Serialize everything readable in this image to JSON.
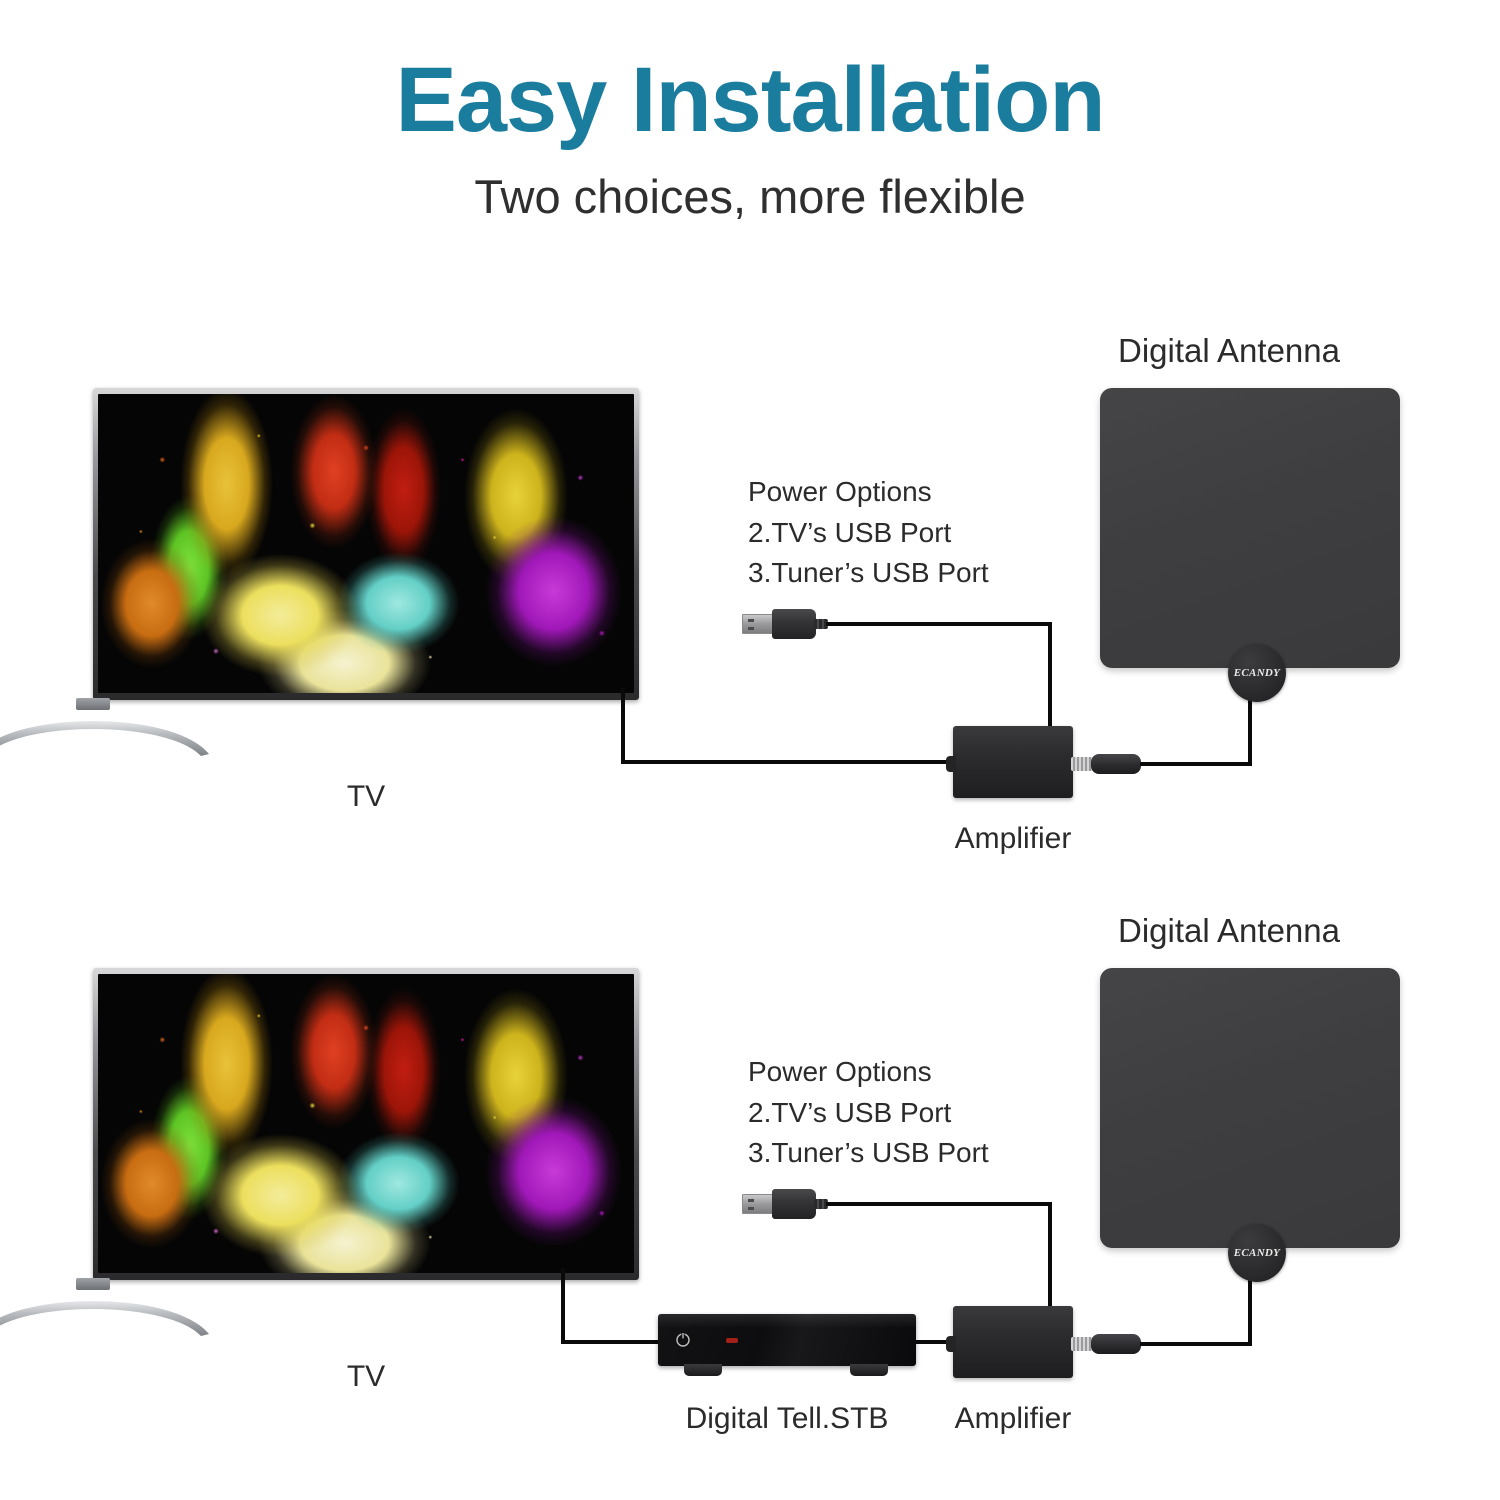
{
  "header": {
    "title": "Easy Installation",
    "subtitle": "Two choices, more flexible",
    "title_color": "#1b7d9e",
    "subtitle_color": "#2f2f2f"
  },
  "colors": {
    "accent_teal": "#1b7d9e",
    "antenna_gray": "#3e3e40",
    "amplifier_black": "#2c2c2e",
    "stb_black": "#0d0d0f",
    "wire_black": "#0a0a0a",
    "text_dark": "#2b2b2b",
    "stand_silver": "#b9bcc0",
    "led_red": "#b4241c"
  },
  "panels": [
    {
      "id": "option-1",
      "tv_label": "TV",
      "antenna_label": "Digital Antenna",
      "antenna_logo": "ECANDY",
      "amplifier_label": "Amplifier",
      "power_options": {
        "heading": "Power Options",
        "items": [
          "2.TV’s USB Port",
          "3.Tuner’s USB Port"
        ]
      },
      "has_stb": false,
      "stb_label": ""
    },
    {
      "id": "option-2",
      "tv_label": "TV",
      "antenna_label": "Digital Antenna",
      "antenna_logo": "ECANDY",
      "amplifier_label": "Amplifier",
      "power_options": {
        "heading": "Power Options",
        "items": [
          "2.TV’s USB Port",
          "3.Tuner’s USB Port"
        ]
      },
      "has_stb": true,
      "stb_label": "Digital Tell.STB"
    }
  ],
  "icons": {
    "usb_connector": "usb-icon",
    "coax_connector": "coax-icon",
    "power_symbol": "⏻",
    "led_indicator": "led-icon"
  }
}
